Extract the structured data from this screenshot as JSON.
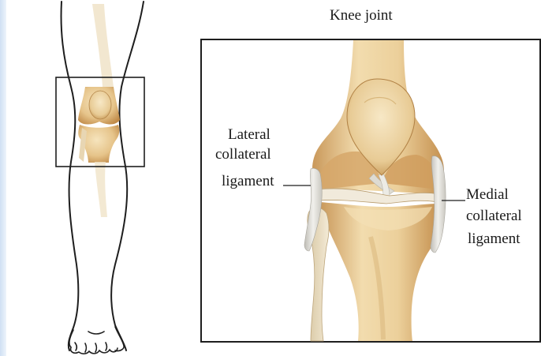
{
  "title": "Knee joint",
  "lateral_label": {
    "line1": "Lateral",
    "line2": "collateral",
    "line3": "ligament"
  },
  "medial_label": {
    "line1": "Medial",
    "line2": "collateral",
    "line3": "ligament"
  },
  "colors": {
    "bone": "#e9cb93",
    "bone_shadow": "#c99c58",
    "bone_highlight": "#f6e6c4",
    "ligament": "#e4e2dc",
    "outline": "#1e1e1e",
    "background": "#ffffff"
  }
}
